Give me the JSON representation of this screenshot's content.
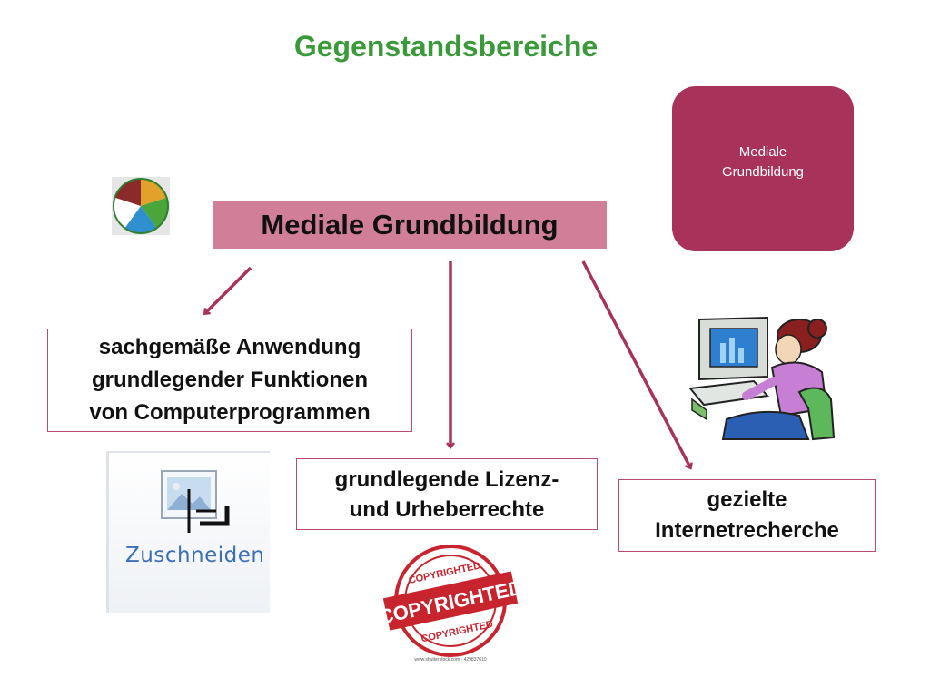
{
  "title": "Gegenstandsbereiche",
  "badge": {
    "line1": "Mediale",
    "line2": "Grundbildung"
  },
  "central_topic": "Mediale Grundbildung",
  "branches": {
    "left": [
      "sachgemäße Anwendung",
      "grundlegender Funktionen",
      "von Computerprogrammen"
    ],
    "middle": [
      "grundlegende Lizenz-",
      "und Urheberrechte"
    ],
    "right": [
      "gezielte",
      "Internetrecherche"
    ]
  },
  "crop_button": {
    "label": "Zuschneiden"
  },
  "stamp": {
    "text": "COPYRIGHTED",
    "caption": "www.shutterstock.com · 429837610"
  },
  "colors": {
    "title": "#3a9a3a",
    "badge": "#a8325a",
    "main_box": "#d17f99",
    "arrow": "#a8325a"
  }
}
